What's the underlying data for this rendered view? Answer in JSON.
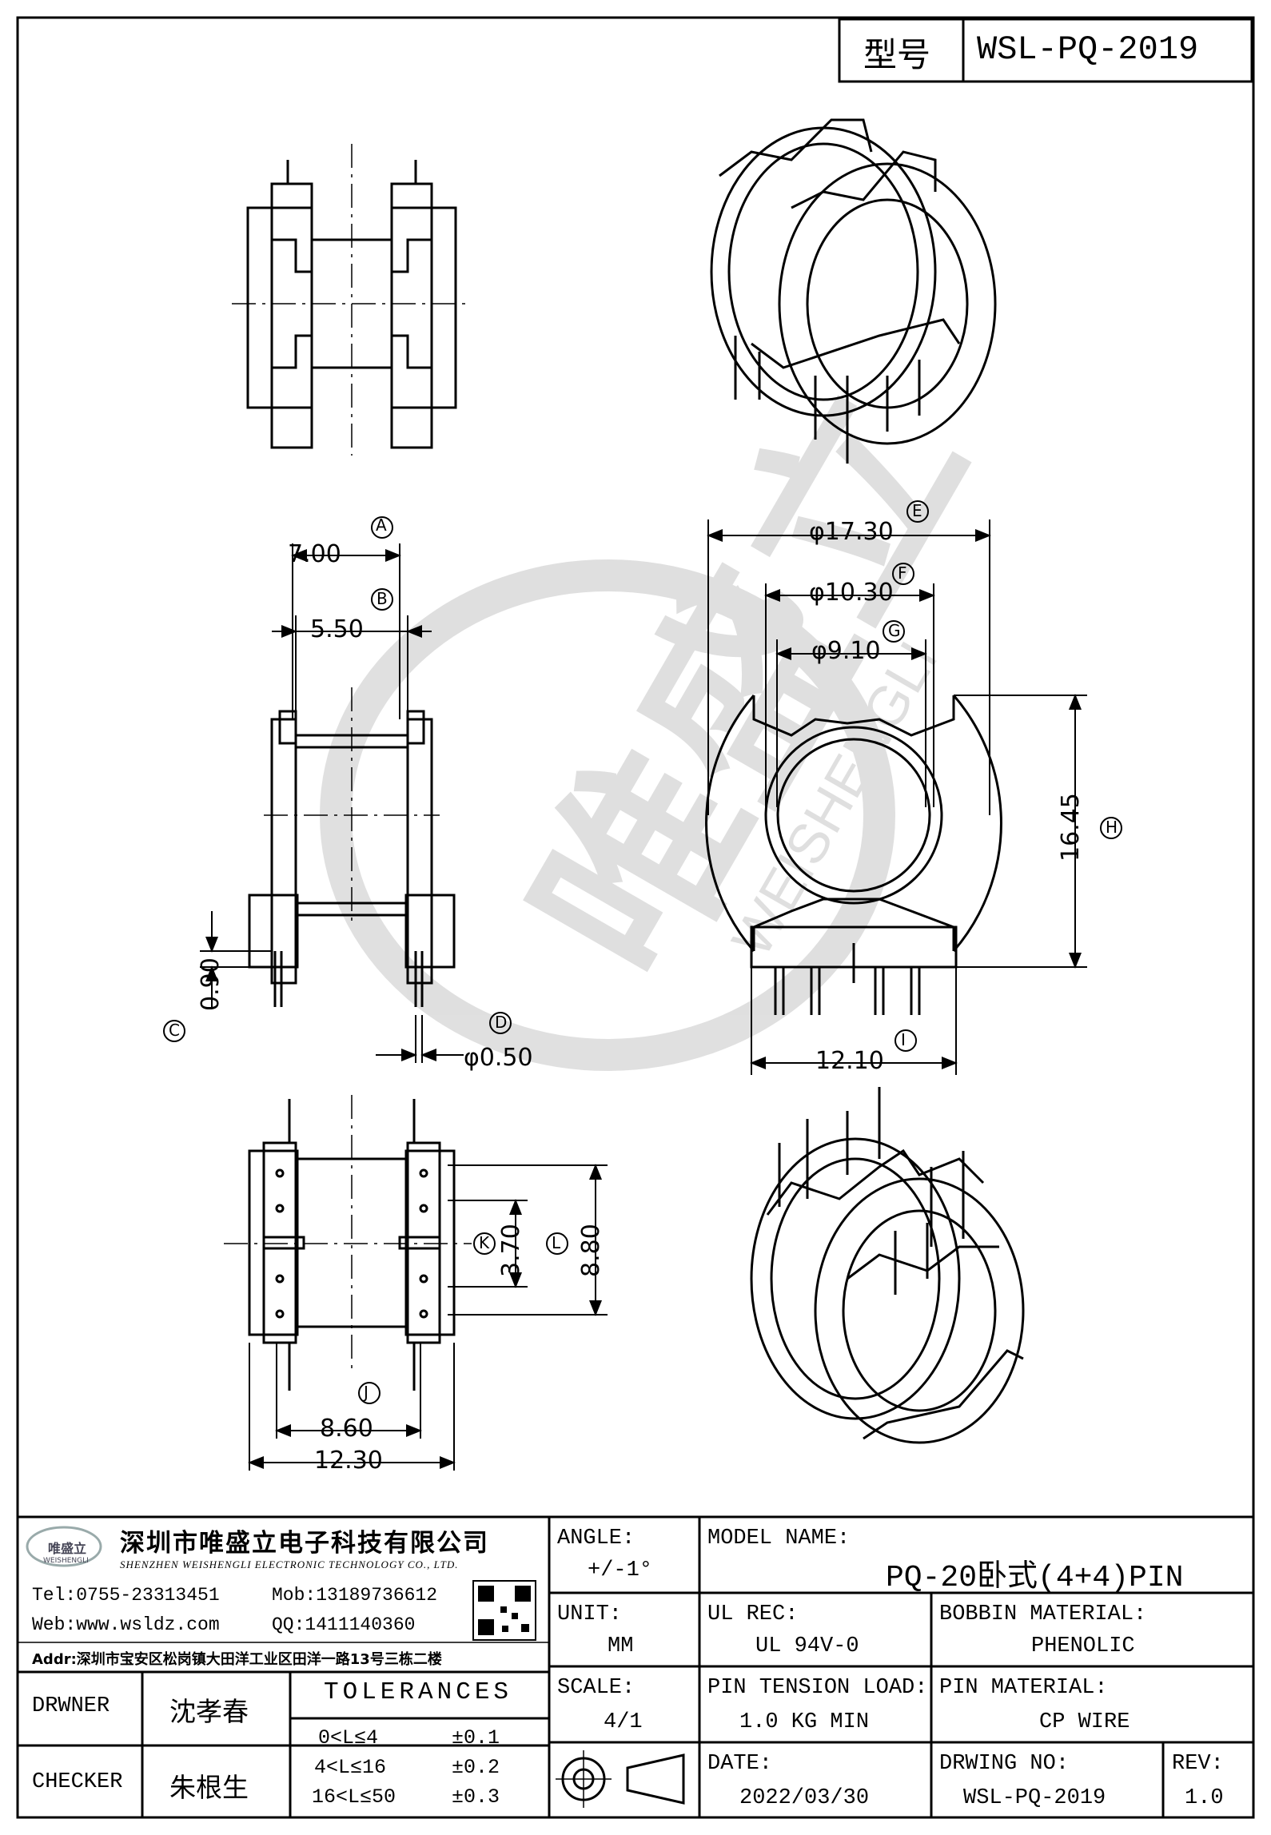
{
  "header": {
    "type_label": "型号",
    "model_code": "WSL-PQ-2019"
  },
  "dimensions": {
    "A": {
      "marker": "A",
      "value": "7.00"
    },
    "B": {
      "marker": "B",
      "value": "5.50"
    },
    "C": {
      "marker": "C",
      "value": "0.90"
    },
    "D": {
      "marker": "D",
      "value": "φ0.50"
    },
    "E": {
      "marker": "E",
      "value": "φ17.30"
    },
    "F": {
      "marker": "F",
      "value": "φ10.30"
    },
    "G": {
      "marker": "G",
      "value": "φ9.10"
    },
    "H": {
      "marker": "H",
      "value": "16.45"
    },
    "I": {
      "marker": "I",
      "value": "12.10"
    },
    "J": {
      "marker": "J",
      "value": "8.60"
    },
    "K": {
      "marker": "K",
      "value": "3.70"
    },
    "L": {
      "marker": "L",
      "value": "8.80"
    },
    "overall_width": "12.30"
  },
  "watermark": {
    "brand": "唯盛立",
    "latin": "WEISHENGLI"
  },
  "company": {
    "logo_text": "唯盛立",
    "logo_sub": "WEISHENGLI",
    "name_cn": "深圳市唯盛立电子科技有限公司",
    "name_en": "SHENZHEN WEISHENGLI ELECTRONIC TECHNOLOGY CO., LTD.",
    "tel": "Tel:0755-23313451",
    "mob": "Mob:13189736612",
    "web": "Web:www.wsldz.com",
    "qq": "QQ:1411140360",
    "addr": "Addr:深圳市宝安区松岗镇大田洋工业区田洋一路13号三栋二楼"
  },
  "title_block": {
    "angle_label": "ANGLE:",
    "angle_value": "+/-1°",
    "model_name_label": "MODEL NAME:",
    "model_name_value": "PQ-20卧式(4+4)PIN",
    "unit_label": "UNIT:",
    "unit_value": "MM",
    "ul_rec_label": "UL REC:",
    "ul_rec_value": "UL 94V-0",
    "bobbin_material_label": "BOBBIN MATERIAL:",
    "bobbin_material_value": "PHENOLIC",
    "drawer_label": "DRWNER",
    "drawer_value": "沈孝春",
    "tolerances_label": "TOLERANCES",
    "tolerances": [
      {
        "range": "0<L≤4",
        "value": "±0.1"
      },
      {
        "range": "4<L≤16",
        "value": "±0.2"
      },
      {
        "range": "16<L≤50",
        "value": "±0.3"
      }
    ],
    "scale_label": "SCALE:",
    "scale_value": "4/1",
    "pin_tension_label": "PIN TENSION LOAD:",
    "pin_tension_value": "1.0 KG MIN",
    "pin_material_label": "PIN MATERIAL:",
    "pin_material_value": "CP WIRE",
    "checker_label": "CHECKER",
    "checker_value": "朱根生",
    "date_label": "DATE:",
    "date_value": "2022/03/30",
    "drawing_no_label": "DRWING NO:",
    "drawing_no_value": "WSL-PQ-2019",
    "rev_label": "REV:",
    "rev_value": "1.0"
  }
}
